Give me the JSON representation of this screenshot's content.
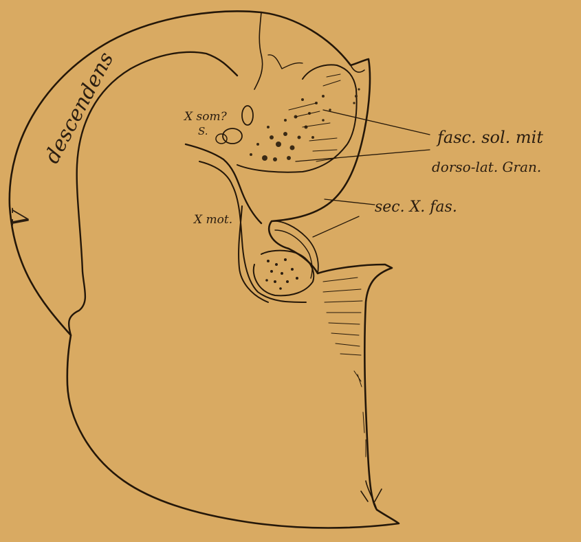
{
  "diagram": {
    "paper_color": "#d9aa62",
    "ink_color": "#241709",
    "labels": {
      "descendens": "descendens",
      "roman_v": "V",
      "x_som": "X som?",
      "s": "S.",
      "x_mot": "X mot.",
      "fasc_sol_mit": "fasc. sol. mit",
      "dorso_lat_gran": "dorso-lat. Gran.",
      "sec_x_fas": "sec. X. fas."
    }
  }
}
